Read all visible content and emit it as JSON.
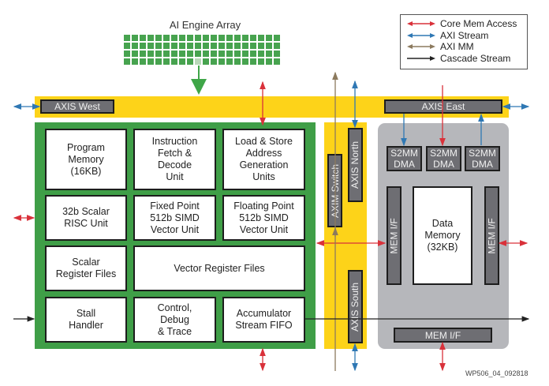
{
  "array": {
    "title": "AI Engine Array",
    "rows": 4,
    "cols": 20
  },
  "legend": {
    "items": [
      {
        "label": "Core Mem Access",
        "color": "#d9313a"
      },
      {
        "label": "AXI Stream",
        "color": "#2f78b4"
      },
      {
        "label": "AXI MM",
        "color": "#8c7a5e"
      },
      {
        "label": "Cascade Stream",
        "color": "#222222"
      }
    ]
  },
  "bus": {
    "axis_west": "AXIS West",
    "axis_east": "AXIS East",
    "axis_north": "AXIS North",
    "axis_south": "AXIS South",
    "axim_switch": "AXIM Switch"
  },
  "core": {
    "cells": [
      {
        "id": "program-memory",
        "label": "Program\nMemory\n(16KB)"
      },
      {
        "id": "instruction-fetch",
        "label": "Instruction\nFetch &\nDecode\nUnit"
      },
      {
        "id": "load-store",
        "label": "Load & Store\nAddress\nGeneration\nUnits"
      },
      {
        "id": "scalar-risc",
        "label": "32b Scalar\nRISC Unit"
      },
      {
        "id": "fixed-point",
        "label": "Fixed Point\n512b SIMD\nVector Unit"
      },
      {
        "id": "floating-point",
        "label": "Floating Point\n512b SIMD\nVector Unit"
      },
      {
        "id": "scalar-register",
        "label": "Scalar\nRegister Files"
      },
      {
        "id": "vector-register",
        "label": "Vector Register Files"
      },
      {
        "id": "stall-handler",
        "label": "Stall\nHandler"
      },
      {
        "id": "control-debug",
        "label": "Control,\nDebug\n& Trace"
      },
      {
        "id": "accumulator",
        "label": "Accumulator\nStream FIFO"
      }
    ]
  },
  "memory": {
    "dma": [
      "S2MM\nDMA",
      "S2MM\nDMA",
      "S2MM\nDMA"
    ],
    "mem_if_left": "MEM I/F",
    "mem_if_right": "MEM I/F",
    "mem_if_bottom": "MEM I/F",
    "data_memory": "Data\nMemory\n(32KB)"
  },
  "figure_id": "WP506_04_092818",
  "colors": {
    "core_mem": "#d9313a",
    "axi_stream": "#2f78b4",
    "axi_mm": "#8c7a5e",
    "cascade": "#222222",
    "bus_yellow": "#fdd319",
    "core_green": "#3f9e47",
    "memory_gray": "#b6b7bb"
  }
}
